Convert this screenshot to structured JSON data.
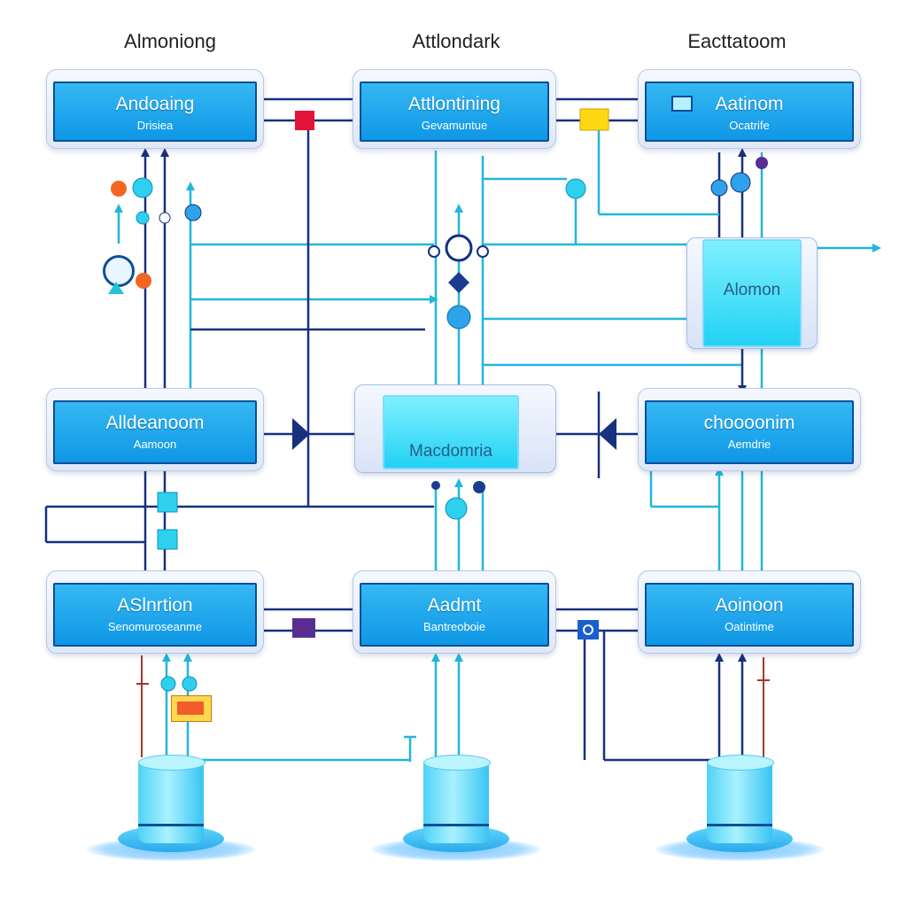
{
  "diagram": {
    "column_headings": [
      "Almoniong",
      "Attlondark",
      "Eacttatoom"
    ],
    "nodes": {
      "r1c1": {
        "title": "Andoaing",
        "subtitle": "Drisiea"
      },
      "r1c2": {
        "title": "Attlontining",
        "subtitle": "Gevamuntue"
      },
      "r1c3": {
        "title": "Aatinom",
        "subtitle": "Ocatrife"
      },
      "r2c1": {
        "title": "Alldeanoom",
        "subtitle": "Aamoon"
      },
      "r2c2": {
        "title": "Macdomria"
      },
      "r2c3": {
        "title": "choooonim",
        "subtitle": "Aemdrie"
      },
      "r3c1": {
        "title": "ASlnrtion",
        "subtitle": "Senomuroseanme"
      },
      "r3c2": {
        "title": "Aadmt",
        "subtitle": "Bantreoboie"
      },
      "r3c3": {
        "title": "Aoinoon",
        "subtitle": "Oatintime"
      },
      "side": {
        "title": "Alomon"
      }
    },
    "colors": {
      "wire_dark": "#17307f",
      "wire_cyan": "#22b6dc",
      "node_panel": "#1aa7ee",
      "cyan_panel": "#3ee0f7",
      "accent_red": "#e2143a",
      "accent_yellow": "#ffd814",
      "accent_purple": "#5a2d91",
      "accent_orange": "#f26522"
    }
  }
}
